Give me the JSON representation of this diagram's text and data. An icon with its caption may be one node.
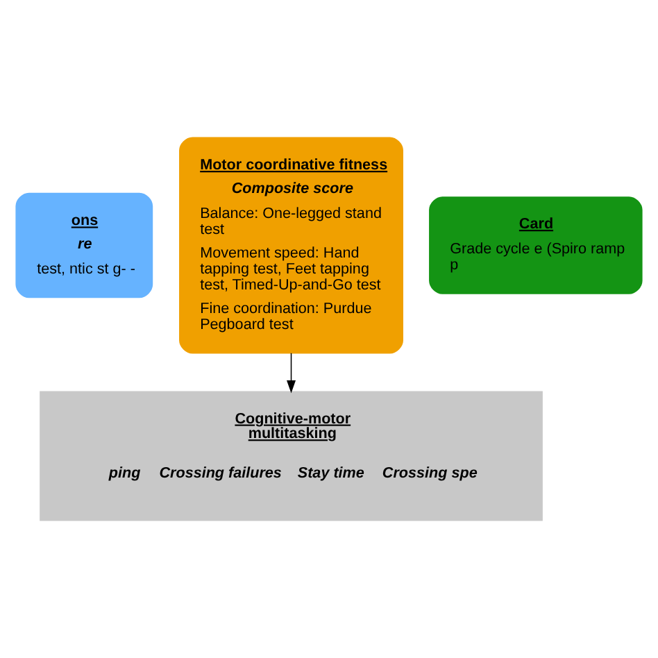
{
  "diagram": {
    "nodes": [
      {
        "text": [
          "ons",
          "re",
          "test, ntic st g- -"
        ]
      },
      {
        "text": [
          "Motor coordinative fitness",
          "Composite score",
          "Balance: One-legged stand test",
          "Movement speed: Hand tapping test, Feet tapping test, Timed-Up-and-Go test",
          "Fine coordination: Purdue Pegboard test"
        ]
      },
      {
        "text": [
          "Card",
          "Grade cycle e (Spiro ramp p"
        ]
      },
      {
        "text": [
          "Cognitive-motor multitasking",
          "ping",
          "Crossing failures",
          "Stay time",
          "Crossing spe"
        ]
      }
    ],
    "edges": [
      {
        "from": 1,
        "to": 3,
        "arrow": "to"
      }
    ]
  }
}
